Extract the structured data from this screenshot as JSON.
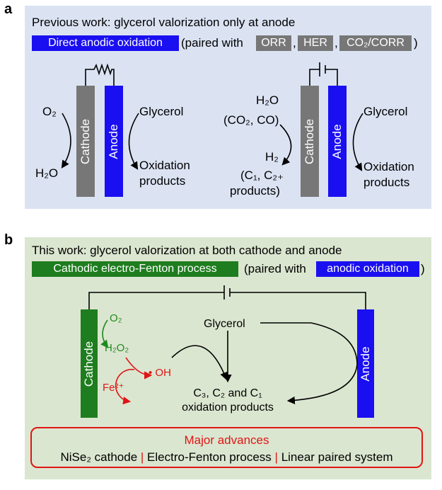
{
  "panel_a": {
    "letter": "a",
    "title": "Previous work: glycerol valorization only at anode",
    "direct_label": "Direct anodic oxidation",
    "paired_prefix": "(paired with",
    "chips": [
      "ORR",
      "HER",
      "CO₂/CORR"
    ],
    "comma": ",",
    "close_paren": ")",
    "left_cell": {
      "cathode_label": "Cathode",
      "anode_label": "Anode",
      "o2": "O₂",
      "h2o": "H₂O",
      "glycerol": "Glycerol",
      "oxidation_line1": "Oxidation",
      "oxidation_line2": "products"
    },
    "right_cell": {
      "cathode_label": "Cathode",
      "anode_label": "Anode",
      "h2o": "H₂O",
      "co2_co": "(CO₂, CO)",
      "h2": "H₂",
      "c1c2_line1": "(C₁, C₂₊",
      "c1c2_line2": "products)",
      "glycerol": "Glycerol",
      "oxidation_line1": "Oxidation",
      "oxidation_line2": "products"
    }
  },
  "panel_b": {
    "letter": "b",
    "title": "This work: glycerol valorization at both cathode and anode",
    "fenton_label": "Cathodic electro-Fenton process",
    "paired_prefix": "(paired with",
    "anodic_label": "anodic oxidation",
    "close_paren": ")",
    "cathode_label": "Cathode",
    "anode_label": "Anode",
    "o2": "O₂",
    "h2o2": "H₂O₂",
    "fe": "Fe²⁺",
    "oh": "• OH",
    "glycerol": "Glycerol",
    "products_line1": "C₃, C₂ and C₁",
    "products_line2": "oxidation products",
    "advances_title": "Major advances",
    "advances": [
      "NiSe₂ cathode",
      "Electro-Fenton process",
      "Linear paired system"
    ],
    "separator": "|"
  },
  "colors": {
    "panel_a_bg": "#dbe3f3",
    "panel_b_bg": "#dbe6d0",
    "blue": "#1a0ff0",
    "grey": "#777777",
    "green": "#1e7d1e",
    "red": "#e01515"
  }
}
